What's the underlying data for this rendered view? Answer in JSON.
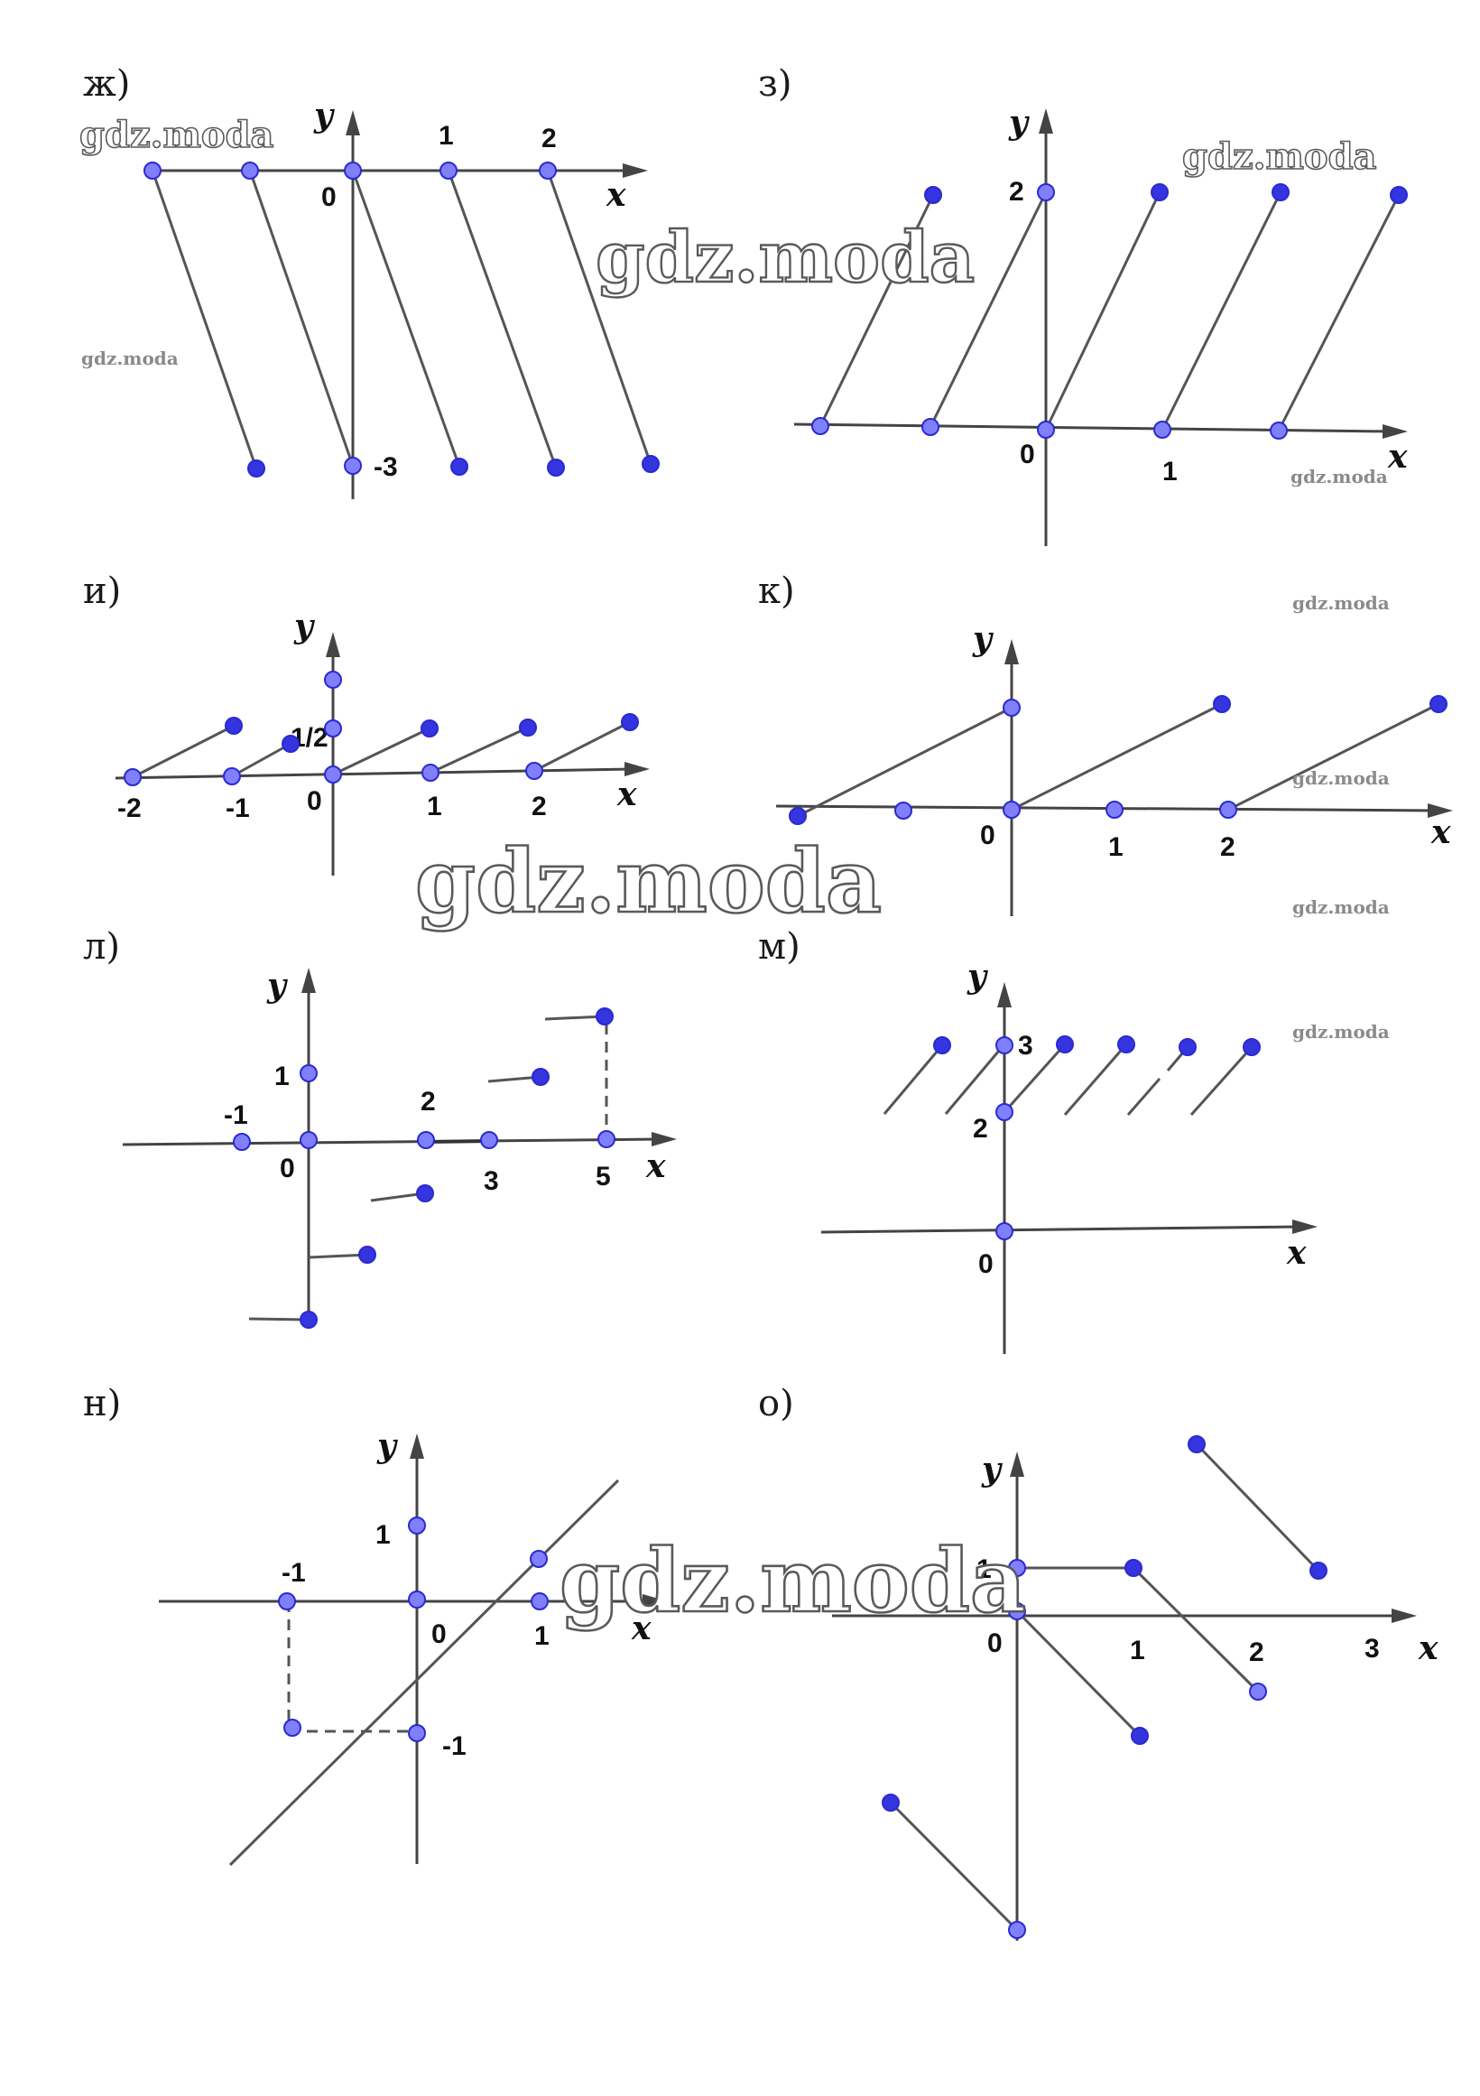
{
  "colors": {
    "axis": "#444444",
    "segment": "#555555",
    "point_fill": "#8080ff",
    "point_fill_dark": "#3535e0",
    "point_stroke": "#2a2ad0"
  },
  "watermark": "gdz.moda",
  "panels": {
    "zh": {
      "label": "ж)",
      "x_name": "x",
      "y_name": "y",
      "ticks": [
        "0",
        "1",
        "2",
        "-3"
      ]
    },
    "z": {
      "label": "з)",
      "x_name": "x",
      "y_name": "y",
      "ticks": [
        "2",
        "0",
        "1"
      ]
    },
    "i": {
      "label": "и)",
      "x_name": "x",
      "y_name": "y",
      "ticks": [
        "1/2",
        "-2",
        "-1",
        "0",
        "1",
        "2"
      ]
    },
    "k": {
      "label": "к)",
      "x_name": "x",
      "y_name": "y",
      "ticks": [
        "0",
        "1",
        "2"
      ]
    },
    "l": {
      "label": "л)",
      "x_name": "x",
      "y_name": "y",
      "ticks": [
        "1",
        "-1",
        "2",
        "0",
        "3",
        "5"
      ]
    },
    "m": {
      "label": "м)",
      "x_name": "x",
      "y_name": "y",
      "ticks": [
        "3",
        "2",
        "0"
      ]
    },
    "n": {
      "label": "н)",
      "x_name": "x",
      "y_name": "y",
      "ticks": [
        "1",
        "-1",
        "0",
        "1",
        "-1"
      ]
    },
    "o": {
      "label": "о)",
      "x_name": "x",
      "y_name": "y",
      "ticks": [
        "1",
        "0",
        "1",
        "2",
        "3"
      ]
    }
  }
}
